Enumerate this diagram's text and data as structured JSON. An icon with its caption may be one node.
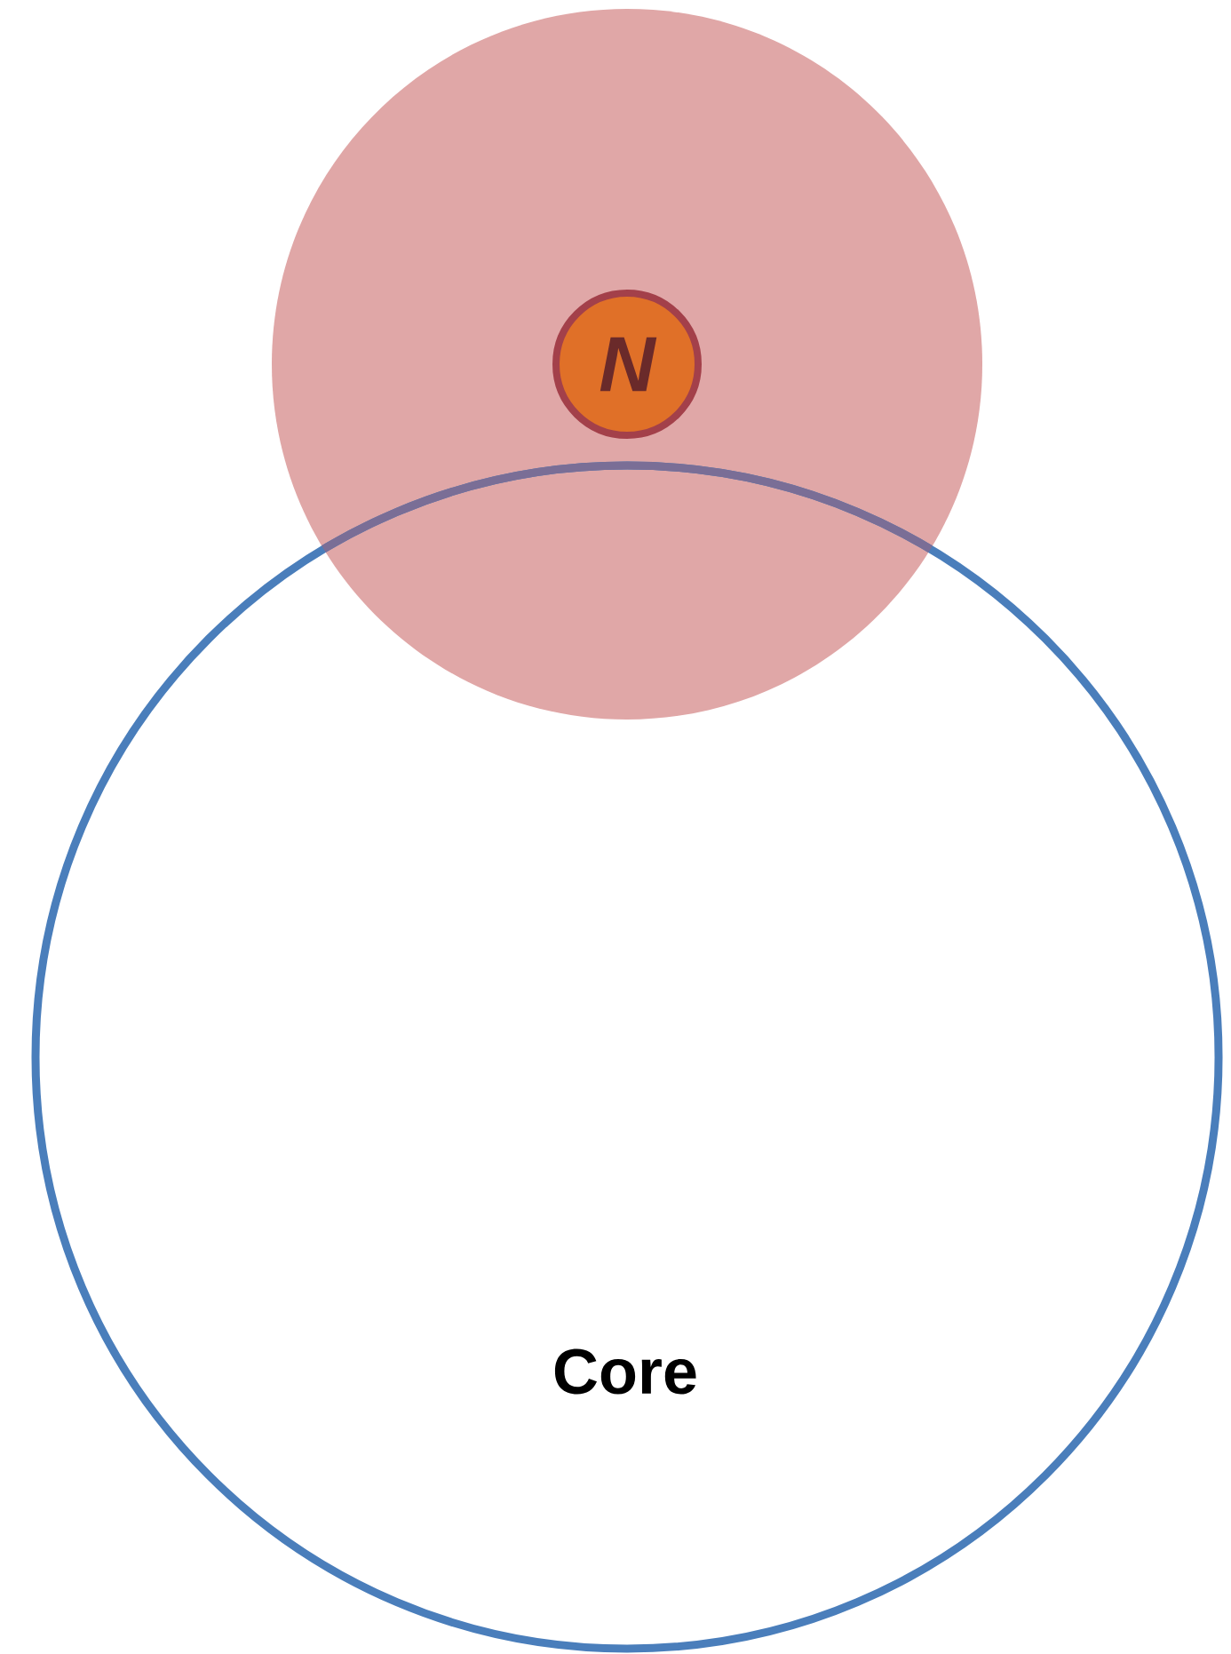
{
  "diagram": {
    "nodes": [
      {
        "text": [],
        "shape": "circle"
      },
      {
        "text": [
          "N"
        ],
        "in": 0
      },
      {
        "text": [
          "Core"
        ]
      }
    ]
  }
}
